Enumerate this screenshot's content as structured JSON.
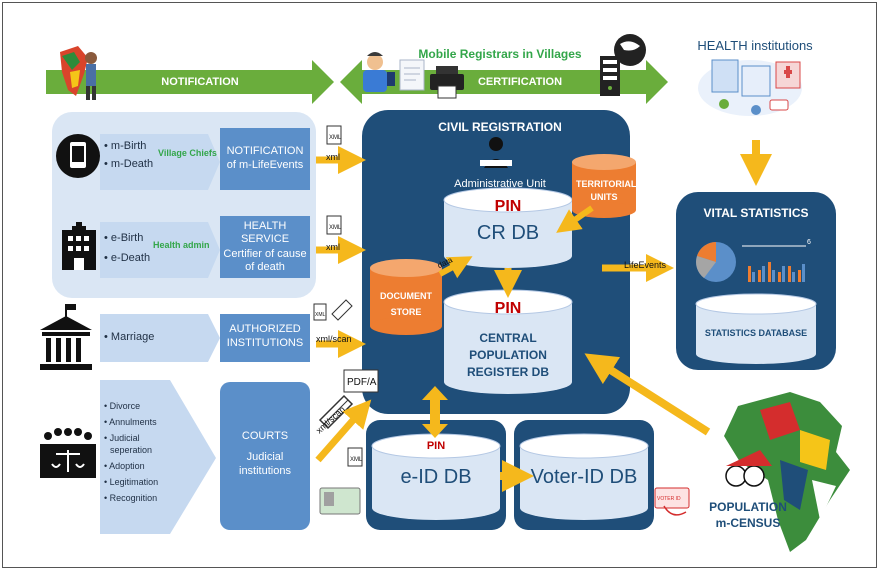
{
  "top_bar": {
    "mobile_registrars": "Mobile Registrars in Villages",
    "notification": "NOTIFICATION",
    "certification": "CERTIFICATION",
    "health_institutions": "HEALTH institutions"
  },
  "sources": {
    "village": {
      "item1": "m-Birth",
      "item2": "m-Death",
      "agent": "Village Chiefs",
      "box": "NOTIFICATION of m-LifeEvents"
    },
    "health": {
      "item1": "e-Birth",
      "item2": "e-Death",
      "agent": "Health admin",
      "box_line1": "HEALTH SERVICE",
      "box_line2": "Certifier of cause of death"
    },
    "marriage": {
      "item1": "Marriage",
      "box": "AUTHORIZED INSTITUTIONS"
    },
    "courts": {
      "items": [
        "Divorce",
        "Annulments",
        "Judicial seperation",
        "Adoption",
        "Legitimation",
        "Recognition"
      ],
      "box_line1": "COURTS",
      "box_line2": "Judicial institutions"
    }
  },
  "transfer": {
    "xml": "xml",
    "xml_scan": "xml/scan",
    "xml_scan_diag": "xml/scan",
    "xml_icon": "XML",
    "pdfa": "PDF/A",
    "lifeevents": "LifeEvents",
    "data": "data"
  },
  "civil_registration": {
    "title": "CIVIL REGISTRATION",
    "admin_unit": "Administrative Unit",
    "pin1": "PIN",
    "crdb": "CR DB",
    "territorial": "TERRITORIAL UNITS",
    "document_store": "DOCUMENT STORE",
    "pin2": "PIN",
    "cpr": "CENTRAL POPULATION REGISTER DB"
  },
  "eid": {
    "pin": "PIN",
    "label": "e-ID DB"
  },
  "voter": {
    "label": "Voter-ID DB",
    "card": "VOTER ID"
  },
  "vital": {
    "title": "VITAL STATISTICS",
    "db": "STATISTICS DATABASE",
    "chart_number": "6"
  },
  "population": {
    "line1": "POPULATION",
    "line2": "m-CENSUS"
  },
  "colors": {
    "green": "#6aad3c",
    "navy": "#1f4e79",
    "panel_blue": "#5b8fc9",
    "light_blue": "#dae6f4",
    "orange": "#ed7d31",
    "gold": "#f5b81c",
    "accent_green": "#33a64a"
  }
}
